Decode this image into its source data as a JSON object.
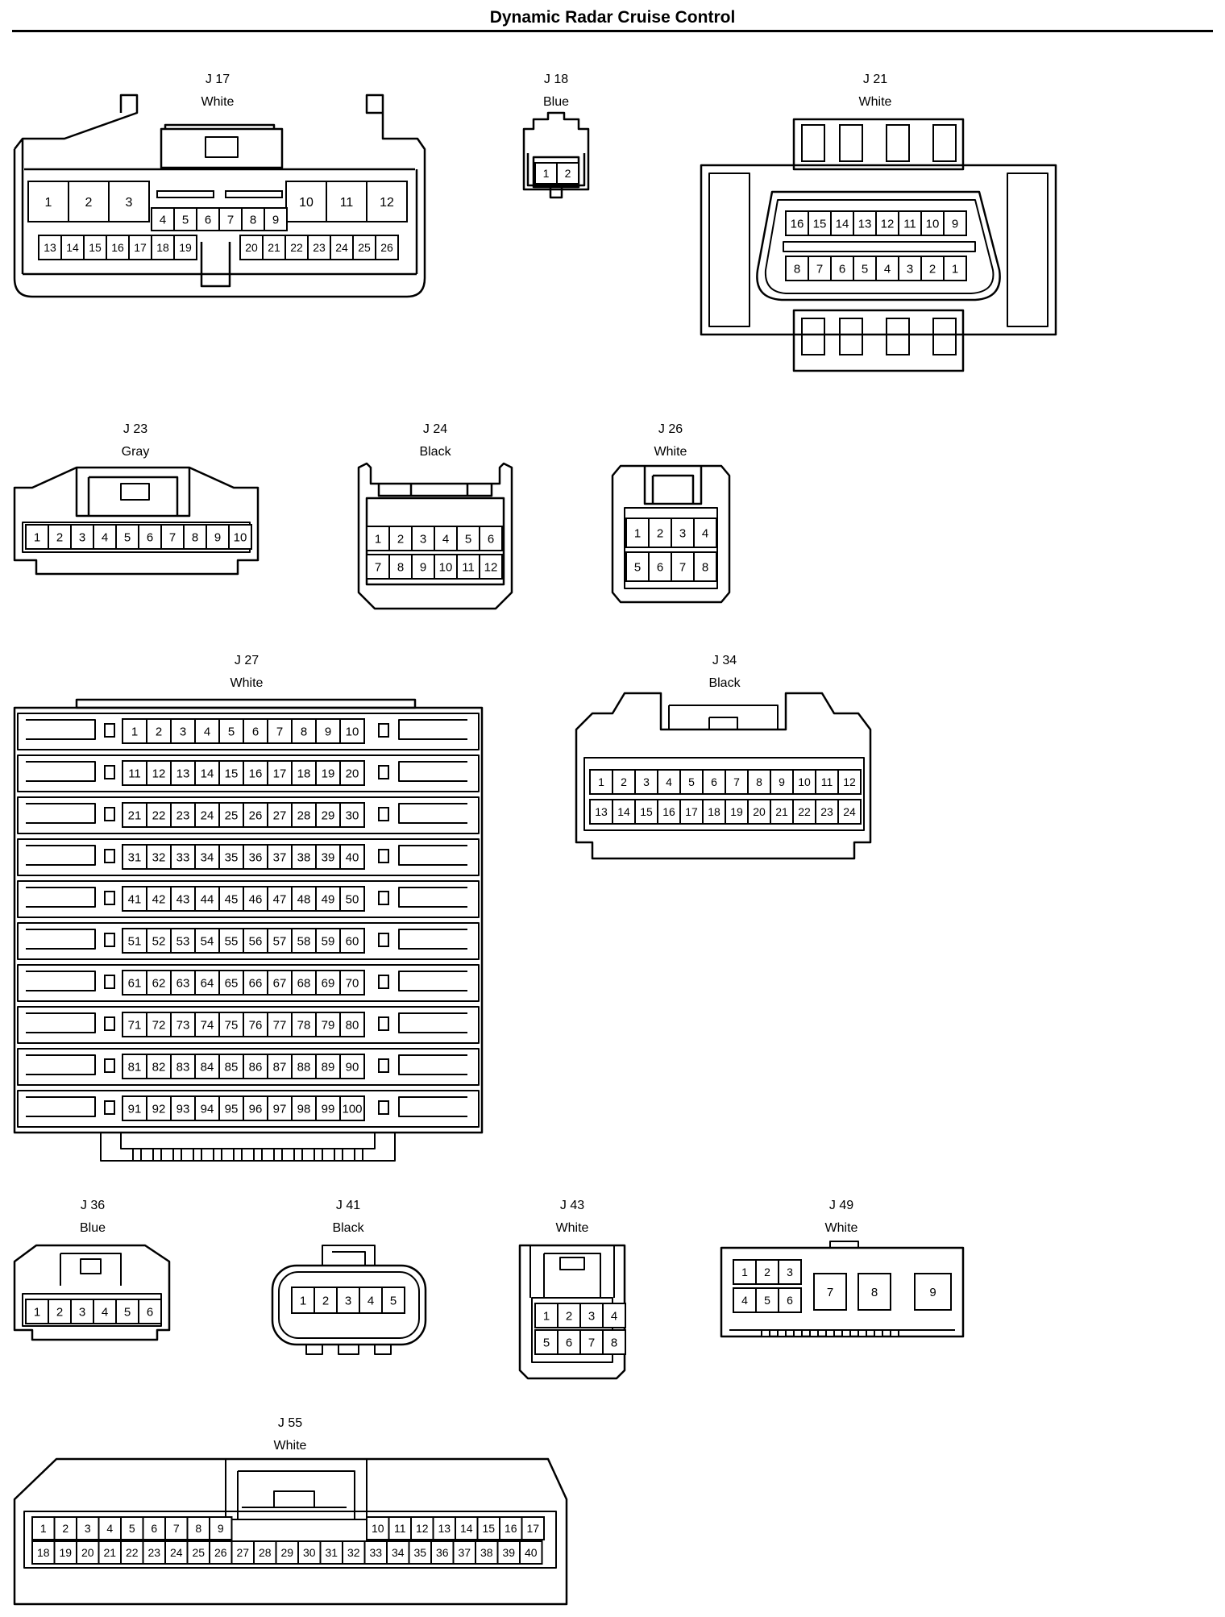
{
  "title": "Dynamic Radar Cruise Control",
  "connectors": [
    {
      "id": "J17",
      "label": "J 17",
      "color": "White"
    },
    {
      "id": "J18",
      "label": "J 18",
      "color": "Blue"
    },
    {
      "id": "J21",
      "label": "J 21",
      "color": "White"
    },
    {
      "id": "J23",
      "label": "J 23",
      "color": "Gray"
    },
    {
      "id": "J24",
      "label": "J 24",
      "color": "Black"
    },
    {
      "id": "J26",
      "label": "J 26",
      "color": "White"
    },
    {
      "id": "J27",
      "label": "J 27",
      "color": "White"
    },
    {
      "id": "J34",
      "label": "J 34",
      "color": "Black"
    },
    {
      "id": "J36",
      "label": "J 36",
      "color": "Blue"
    },
    {
      "id": "J41",
      "label": "J 41",
      "color": "Black"
    },
    {
      "id": "J43",
      "label": "J 43",
      "color": "White"
    },
    {
      "id": "J49",
      "label": "J 49",
      "color": "White"
    },
    {
      "id": "J55",
      "label": "J 55",
      "color": "White"
    }
  ]
}
